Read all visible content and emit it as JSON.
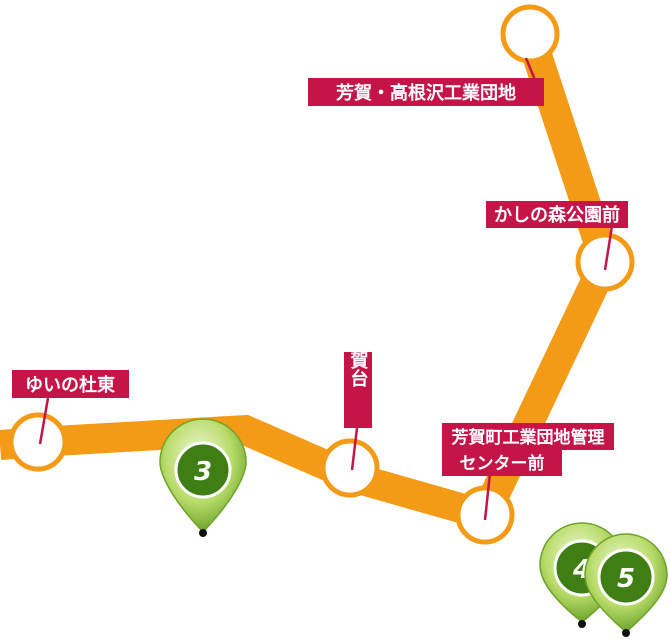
{
  "colors": {
    "route": "#f39a16",
    "route_edge": "#e58a0a",
    "label_bg": "#c41448",
    "label_text": "#ffffff",
    "leader": "#c41448",
    "stop_fill": "#ffffff",
    "stop_ring": "#f39a16",
    "pin_green": "#7fb52d",
    "pin_green_dark": "#3f7d15",
    "pin_light": "#cfe69a"
  },
  "stops": [
    {
      "id": "stop-haga-takanezawa",
      "label": "芳賀・高根沢工業団地"
    },
    {
      "id": "stop-kashinomori",
      "label": "かしの森公園前"
    },
    {
      "id": "stop-yuinomori",
      "label": "ゆいの杜東"
    },
    {
      "id": "stop-hagadai",
      "label": "芳賀台"
    },
    {
      "id": "stop-hagamachi-center",
      "label_line1": "芳賀町工業団地管理",
      "label_line2": "センター前"
    }
  ],
  "pins": [
    {
      "id": "pin-3",
      "number": "3"
    },
    {
      "id": "pin-4",
      "number": "4"
    },
    {
      "id": "pin-5",
      "number": "5"
    }
  ]
}
